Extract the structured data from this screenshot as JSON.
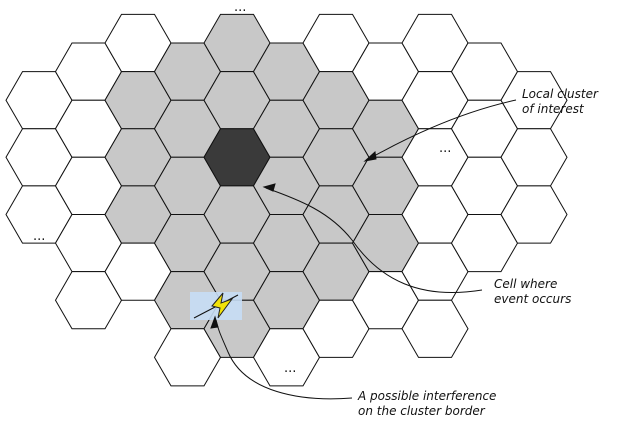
{
  "colors": {
    "hex_fill": "#ffffff",
    "cluster_fill": "#c8c8c8",
    "event_fill": "#3a3a3a",
    "stroke": "#111111",
    "interference_box": "#c6ddf5",
    "bolt": "#f2e20a"
  },
  "labels": {
    "cluster_line1": "Local cluster",
    "cluster_line2": "of interest",
    "event_line1": "Cell where",
    "event_line2": "event occurs",
    "interference_line1": "A possible interference",
    "interference_line2": "on the cluster border"
  },
  "ellipsis": {
    "top": "...",
    "right": "...",
    "left": "...",
    "bottom": "..."
  },
  "icons": {
    "interference": "lightning-bolt-icon"
  }
}
